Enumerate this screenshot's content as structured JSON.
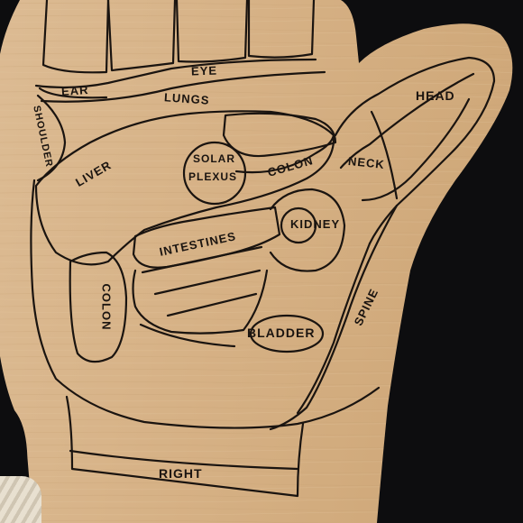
{
  "photo": {
    "subject": "",
    "wood_color": "#d8b58c",
    "line_color": "#1a1410",
    "background_color": "#0d0d0f"
  },
  "labels": {
    "ear": "EAR",
    "eye": "EYE",
    "lungs": "LUNGS",
    "shoulder": "SHOULDER",
    "liver": "LIVER",
    "solar": "SOLAR",
    "plexus": "PLEXUS",
    "colon_upper": "COLON",
    "neck": "NECK",
    "head": "HEAD",
    "kidney": "KIDNEY",
    "intestines": "INTESTINES",
    "colon_left": "COLON",
    "spine": "SPINE",
    "bladder": "BLADDER",
    "right": "RIGHT"
  }
}
